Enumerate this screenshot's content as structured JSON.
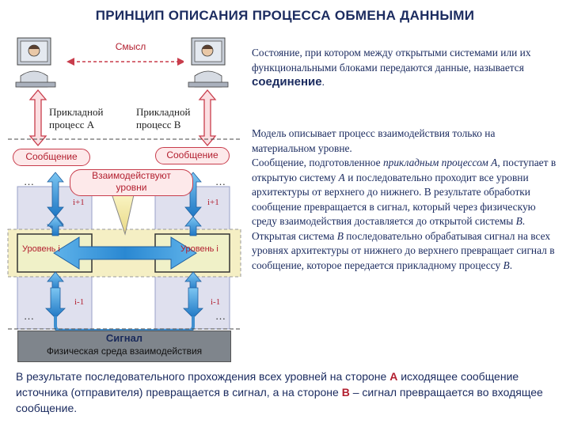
{
  "title": "ПРИНЦИП ОПИСАНИЯ ПРОЦЕССА ОБМЕНА ДАННЫМИ",
  "diagram": {
    "meaning_label": "Смысл",
    "process_a_line1": "Прикладной",
    "process_a_line2": "процесс A",
    "process_b_line1": "Прикладной",
    "process_b_line2": "процесс B",
    "message_left": "Сообщение",
    "message_right": "Сообщение",
    "interact_line1": "Взаимодействуют",
    "interact_line2": "уровни",
    "level_left": "Уровень i",
    "level_right": "Уровень i",
    "level_plus_left": "i+1",
    "level_plus_right": "i+1",
    "level_minus_left": "i-1",
    "level_minus_right": "i-1",
    "ellipsis": "…",
    "signal": "Сигнал",
    "medium": "Физическая среда взаимодействия"
  },
  "right_text": {
    "p1_text": "Состояние, при котором между открытыми системами или их функциональными блоками передаются данные, называется",
    "p1_term": "соединение",
    "p2": "Модель описывает процесс взаимодействия только на материальном уровне.",
    "p3_a": "Сообщение, подготовленное",
    "p3_b": "прикладным процессом А",
    "p3_c": ", поступает в открытую систему",
    "p3_d": "А",
    "p3_e": "и последовательно проходит все уровни архитектуры от верхнего до нижнего. В результате обработки сообщение превращается в сигнал, который через физическую среду взаимодействия доставляется до открытой системы",
    "p3_f": "В",
    "p3_g": ". Открытая система",
    "p3_h": "В",
    "p3_i": "последовательно обрабатывая сигнал на всех уровнях архитектуры от нижнего до верхнего превращает сигнал в сообщение, которое передается прикладному процессу",
    "p3_j": "В",
    "p3_k": "."
  },
  "bottom_text": {
    "a": "В результате последовательного прохождения всех уровней на стороне",
    "b": "А",
    "c": "исходящее сообщение источника (отправителя) превращается в сигнал, а на стороне",
    "d": "В",
    "e": "– сигнал превращается во входящее сообщение."
  },
  "colors": {
    "accent_red": "#b21f2f",
    "arrow_blue": "#2f8fd6",
    "text_navy": "#1c2c60"
  }
}
